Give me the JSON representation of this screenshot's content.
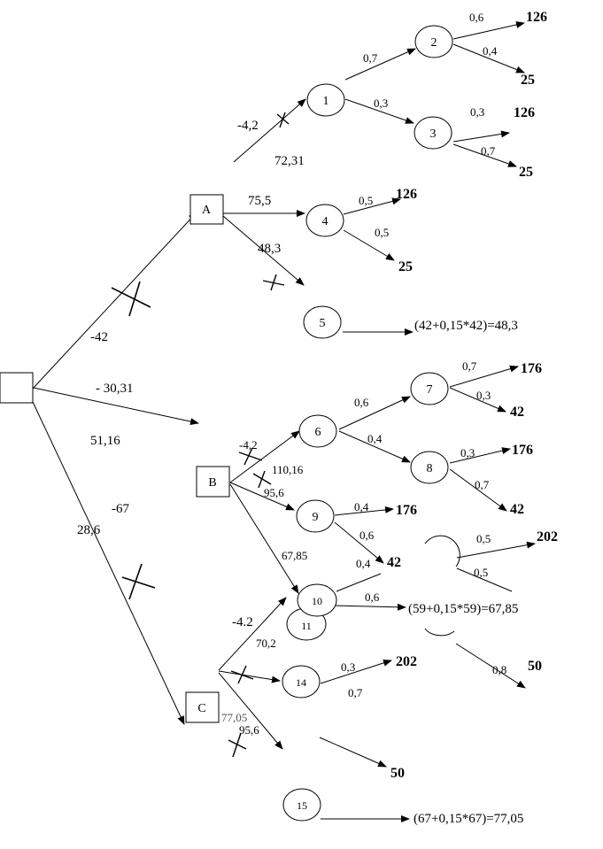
{
  "decision_nodes": {
    "root": "",
    "A": "A",
    "B": "B",
    "C": "C"
  },
  "chance_nodes": {
    "n1": "1",
    "n2": "2",
    "n3": "3",
    "n4": "4",
    "n5": "5",
    "n6": "6",
    "n7": "7",
    "n8": "8",
    "n9": "9",
    "n10": "10",
    "n11": "11",
    "n14": "14",
    "n15": "15"
  },
  "labels": {
    "root_a_cost": "-42",
    "root_b_value": "- 30,31",
    "root_b_ev": "51,16",
    "root_c_cost": "-67",
    "root_c_value": "28,6",
    "a_1_cost": "-4,2",
    "a_1_value": "72,31",
    "a_4_value": "75,5",
    "a_5_value": "48,3",
    "p_1_2": "0,7",
    "p_1_3": "0,3",
    "p_2_126": "0,6",
    "p_2_25": "0,4",
    "p_3_126": "0,3",
    "p_3_25": "0,7",
    "p_4_126": "0,5",
    "p_4_25": "0,5",
    "v2_126": "126",
    "v2_25": "25",
    "v3_126": "126",
    "v3_25": "25",
    "v4_126": "126",
    "v4_25": "25",
    "n5_formula": "(42+0,15*42)=48,3",
    "b_6_cost": "-4,2",
    "b_6_value": "110,16",
    "b_9_value": "95,6",
    "b_10_value": "67,85",
    "p_6_7": "0,6",
    "p_6_8": "0,4",
    "p_7_176": "0,7",
    "p_7_42": "0,3",
    "p_8_176": "0,3",
    "p_8_42": "0,7",
    "v7_176": "176",
    "v7_42": "42",
    "v8_176": "176",
    "v8_42": "42",
    "p_9_176": "0,4",
    "p_9_42": "0,6",
    "v9_176": "176",
    "v9_42": "42",
    "p_10_up": "0,4",
    "p_10_mid": "0,6",
    "n10_formula": "(59+0,15*59)=67,85",
    "p_arc_202": "0,5",
    "p_arc_low": "0,5",
    "v_arc_202": "202",
    "p_arc_50": "0,8",
    "v_arc_50": "50",
    "c_cost": "-4.2",
    "c_value_70": "70,2",
    "c_value_95": "95,6",
    "c_value_77": "77,05",
    "p_14_202": "0,3",
    "p_14_low": "0,7",
    "v14_202": "202",
    "v_c_50": "50",
    "n15_formula": "(67+0,15*67)=77,05"
  }
}
